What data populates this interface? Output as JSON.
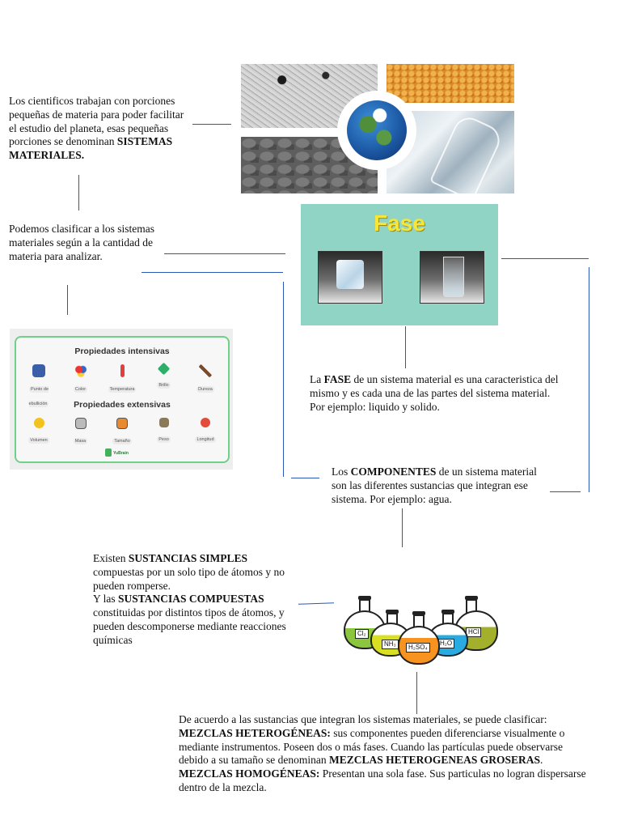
{
  "text1": {
    "plain": "Los cientificos trabajan con porciones pequeñas de materia para poder facilitar el estudio del planeta, esas pequeñas porciones se denominan ",
    "bold": "SISTEMAS MATERIALES."
  },
  "text2": "Podemos clasificar a los sistemas materiales según a la cantidad de materia para analizar.",
  "fase_panel": {
    "title": "Fase"
  },
  "properties": {
    "intensive_title": "Propiedades intensivas",
    "intensive": [
      "Punto de ebullición",
      "Color",
      "Temperatura",
      "Brillo",
      "Dureza"
    ],
    "extensive_title": "Propiedades extensivas",
    "extensive": [
      "Volumen",
      "Masa",
      "Tamaño",
      "Peso",
      "Longitud"
    ],
    "brand": "YuBrain"
  },
  "fase_text": {
    "p1": "La ",
    "bold": "FASE",
    "p2": " de un sistema material es una caracteristica del mismo y es cada una de las partes del sistema material. Por ejemplo: liquido y solido."
  },
  "componentes_text": {
    "p1": "Los ",
    "bold": "COMPONENTES",
    "p2": " de un sistema material son las diferentes sustancias que integran ese sistema. Por ejemplo: agua."
  },
  "sustancias_text": {
    "p1": "Existen ",
    "bold1": "SUSTANCIAS SIMPLES",
    "p2": " compuestas por un solo tipo de átomos y no pueden romperse.",
    "p3": "Y las ",
    "bold2": "SUSTANCIAS COMPUESTAS",
    "p4": " constituidas por distintos tipos de átomos, y pueden descomponerse mediante reacciones químicas"
  },
  "flasks": [
    "Cl₂",
    "NH₃",
    "H₂SO₄",
    "H₂O",
    "HCl"
  ],
  "mezclas_text": {
    "intro": "De acuerdo a las sustancias que integran los sistemas materiales, se puede clasificar:",
    "het_bold": "MEZCLAS HETEROGÉNEAS:",
    "het_text": " sus componentes pueden diferenciarse visualmente o mediante instrumentos. Poseen dos o más fases. Cuando las partículas puede observarse debido a su tamaño se denominan ",
    "het_bold2": "MEZCLAS HETEROGENEAS GROSERAS",
    "het_end": ".",
    "hom_bold": "MEZCLAS HOMOGÉNEAS:",
    "hom_text": " Presentan una sola fase. Sus particulas no logran dispersarse dentro de la mezcla."
  },
  "colors": {
    "connector": "#2a56b8",
    "fase_bg": "#8fd4c4",
    "fase_title": "#f5e63a",
    "card_border": "#6fd08a"
  }
}
